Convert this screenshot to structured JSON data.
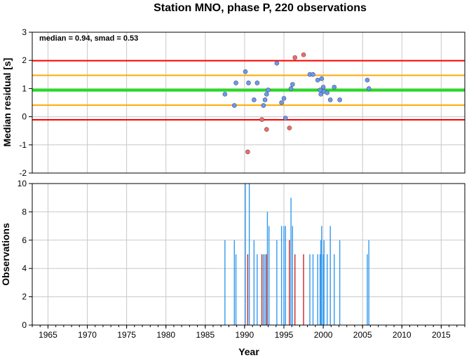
{
  "title": "Station MNO, phase P, 220 observations",
  "colors": {
    "median_line": "#22dd22",
    "smad_line": "#ffaa00",
    "limit_line": "#ff0000",
    "point_blue": "#6699ff",
    "point_red": "#ff6666",
    "bar_blue": "#3399ee",
    "bar_red": "#cc2222",
    "grid": "#c8c8c8"
  },
  "chart_data": [
    {
      "type": "scatter",
      "annotation": "median = 0.94, smad = 0.53",
      "xlabel": "",
      "ylabel": "Median residual [s]",
      "xlim": [
        1963,
        2018
      ],
      "ylim": [
        -2,
        3
      ],
      "yticks": [
        "-2",
        "-1",
        "0",
        "1",
        "2",
        "3"
      ],
      "grid": true,
      "hlines": [
        {
          "kind": "median",
          "y": 0.94
        },
        {
          "kind": "smad",
          "y": 1.47
        },
        {
          "kind": "smad",
          "y": 0.41
        },
        {
          "kind": "limit",
          "y": 1.99
        },
        {
          "kind": "limit",
          "y": -0.11
        }
      ],
      "points_blue": [
        [
          1987.5,
          0.8
        ],
        [
          1988.7,
          0.4
        ],
        [
          1988.9,
          1.2
        ],
        [
          1990.1,
          1.6
        ],
        [
          1990.5,
          1.2
        ],
        [
          1991.2,
          0.6
        ],
        [
          1991.6,
          1.2
        ],
        [
          1992.4,
          0.4
        ],
        [
          1992.6,
          0.6
        ],
        [
          1992.8,
          0.8
        ],
        [
          1993.0,
          0.95
        ],
        [
          1994.1,
          1.9
        ],
        [
          1994.7,
          0.5
        ],
        [
          1995.0,
          0.65
        ],
        [
          1995.2,
          -0.05
        ],
        [
          1995.9,
          1.0
        ],
        [
          1996.1,
          1.15
        ],
        [
          1998.3,
          1.5
        ],
        [
          1998.7,
          1.5
        ],
        [
          1999.3,
          1.3
        ],
        [
          1999.6,
          0.95
        ],
        [
          1999.8,
          1.35
        ],
        [
          1999.7,
          0.8
        ],
        [
          2000.0,
          1.05
        ],
        [
          2000.1,
          0.9
        ],
        [
          2000.5,
          0.85
        ],
        [
          2000.9,
          0.6
        ],
        [
          2001.4,
          1.05
        ],
        [
          2002.1,
          0.6
        ],
        [
          2005.6,
          1.3
        ],
        [
          2005.8,
          1.0
        ]
      ],
      "points_red": [
        [
          1990.4,
          -1.25
        ],
        [
          1992.2,
          -0.1
        ],
        [
          1992.8,
          -0.45
        ],
        [
          1995.7,
          -0.4
        ],
        [
          1996.4,
          2.1
        ],
        [
          1997.5,
          2.2
        ]
      ]
    },
    {
      "type": "bar",
      "xlabel": "Year",
      "ylabel": "Observations",
      "xlim": [
        1963,
        2018
      ],
      "ylim": [
        0,
        10
      ],
      "yticks": [
        "0",
        "2",
        "4",
        "6",
        "8",
        "10"
      ],
      "xticks": [
        "1965",
        "1970",
        "1975",
        "1980",
        "1985",
        "1990",
        "1995",
        "2000",
        "2005",
        "2010",
        "2015"
      ],
      "grid": true,
      "bars_blue": [
        [
          1987.5,
          6
        ],
        [
          1988.7,
          6
        ],
        [
          1988.9,
          5
        ],
        [
          1990.1,
          10
        ],
        [
          1990.6,
          10
        ],
        [
          1991.2,
          6
        ],
        [
          1991.6,
          5
        ],
        [
          1992.4,
          5
        ],
        [
          1992.6,
          5
        ],
        [
          1992.9,
          8
        ],
        [
          1993.1,
          7
        ],
        [
          1994.1,
          6
        ],
        [
          1994.7,
          7
        ],
        [
          1995.0,
          7
        ],
        [
          1995.2,
          7
        ],
        [
          1995.9,
          9
        ],
        [
          1996.1,
          7
        ],
        [
          1998.3,
          5
        ],
        [
          1998.7,
          5
        ],
        [
          1999.3,
          5
        ],
        [
          1999.6,
          5
        ],
        [
          1999.8,
          7
        ],
        [
          1999.7,
          6
        ],
        [
          2000.0,
          5
        ],
        [
          2000.1,
          6
        ],
        [
          2000.5,
          5
        ],
        [
          2000.9,
          7
        ],
        [
          2001.4,
          5
        ],
        [
          2002.1,
          6
        ],
        [
          2005.6,
          5
        ],
        [
          2005.8,
          6
        ]
      ],
      "bars_red": [
        [
          1990.4,
          5
        ],
        [
          1992.2,
          5
        ],
        [
          1992.8,
          5
        ],
        [
          1995.7,
          6
        ],
        [
          1996.4,
          5
        ],
        [
          1997.5,
          5
        ]
      ]
    }
  ]
}
